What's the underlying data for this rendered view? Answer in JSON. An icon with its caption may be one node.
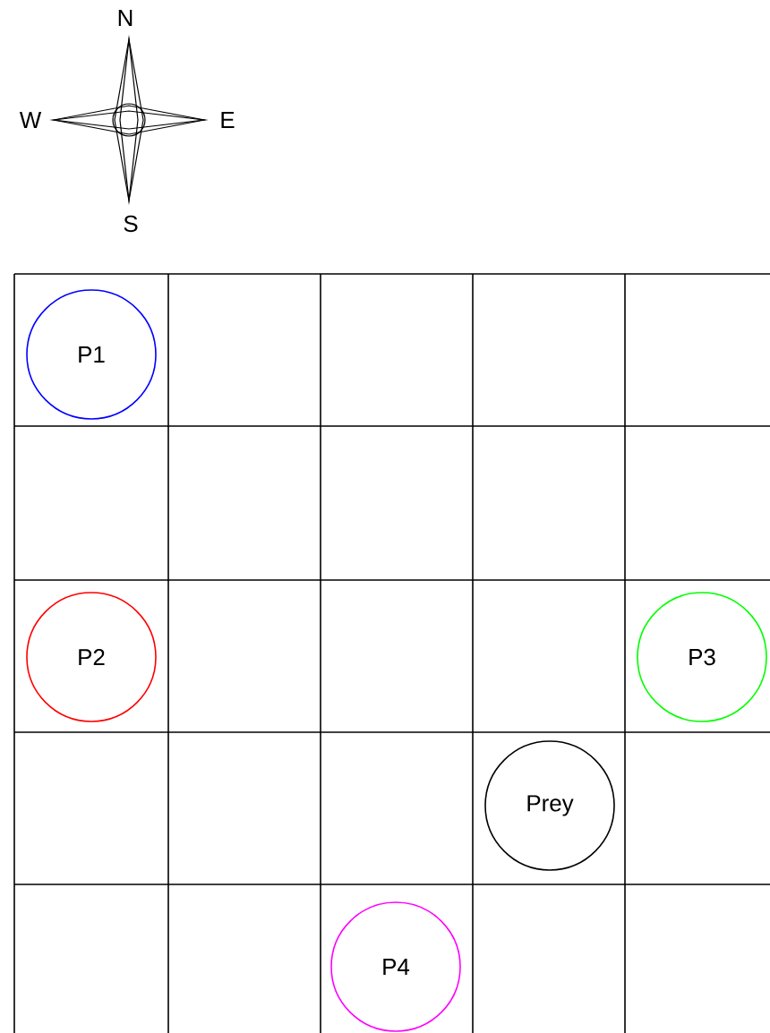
{
  "diagram": {
    "nodes": [
      {
        "text": [
          "P1"
        ]
      },
      {
        "text": [
          "P2"
        ]
      },
      {
        "text": [
          "P3"
        ]
      },
      {
        "text": [
          "Prey"
        ]
      },
      {
        "text": [
          "P4"
        ]
      }
    ],
    "labels": [
      "N",
      "W",
      "E",
      "S"
    ]
  }
}
